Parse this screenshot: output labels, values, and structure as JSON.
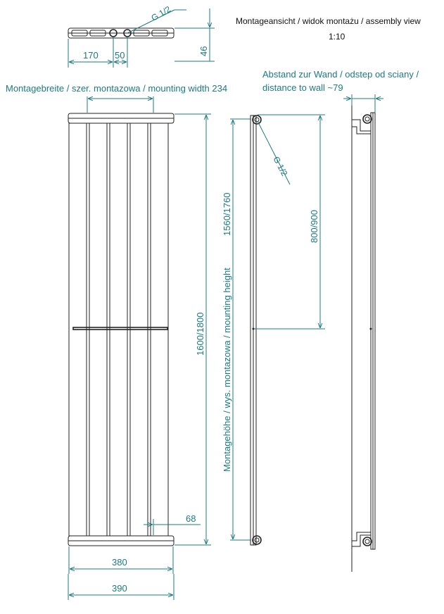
{
  "title": {
    "line1": "Montageansicht / widok montażu / assembly view",
    "scale": "1:10"
  },
  "top_view": {
    "connection_label": "G 1/2",
    "dim_170": "170",
    "dim_50": "50",
    "dim_46": "46"
  },
  "front_view": {
    "mounting_width_label": "Montagebreite / szer. montazowa / mounting width 234",
    "height_label": "1600/1800",
    "mounting_height_label": "Montagehöhe / wys. montazowa / mounting height",
    "mounting_height_value": "1560/1760",
    "dim_68": "68",
    "dim_380": "380",
    "dim_390": "390"
  },
  "side_view": {
    "connection_label": "G 1/2",
    "bracket_distance": "800/900"
  },
  "wall_view": {
    "distance_label_line1": "Abstand zur Wand / odstep od sciany /",
    "distance_label_line2": "distance to wall ~79"
  },
  "colors": {
    "dimension": "#1c7a80",
    "part": "#222222"
  }
}
